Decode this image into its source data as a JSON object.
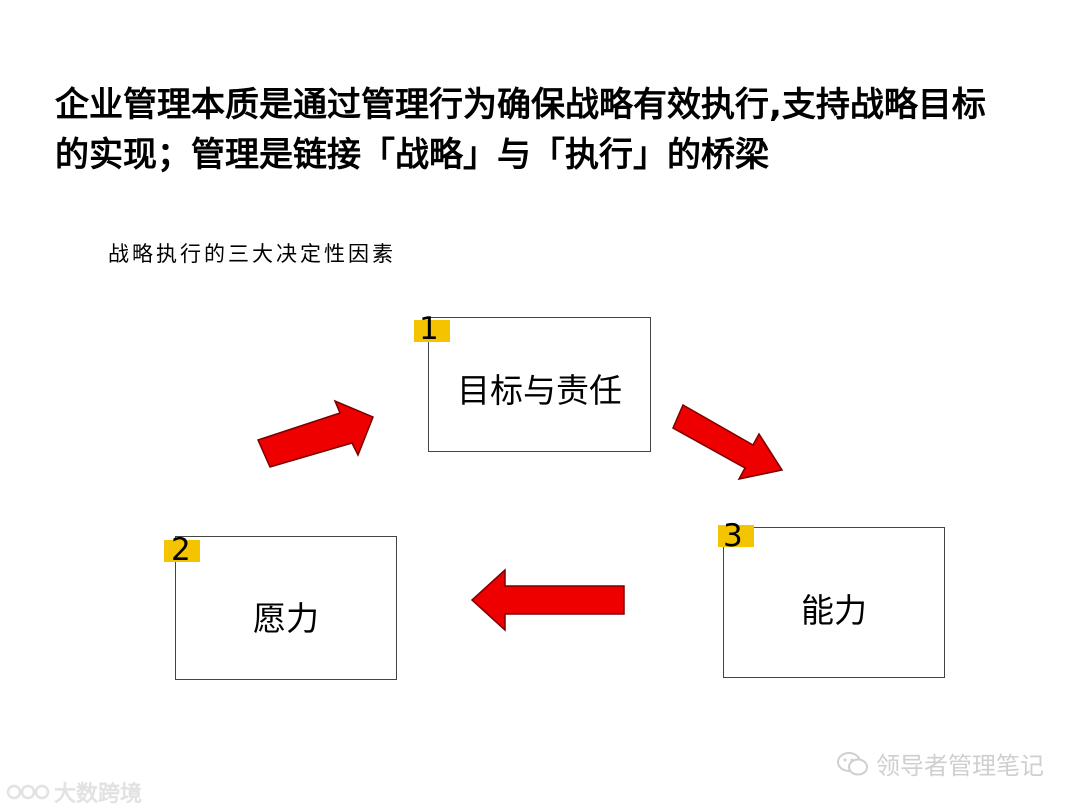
{
  "title": "企业管理本质是通过管理行为确保战略有效执行,支持战略目标的实现；管理是链接「战略」与「执行」的桥梁",
  "subtitle": "战略执行的三大决定性因素",
  "nodes": [
    {
      "number": "1",
      "label": "目标与责任"
    },
    {
      "number": "2",
      "label": "愿力"
    },
    {
      "number": "3",
      "label": "能力"
    }
  ],
  "colors": {
    "arrow": "#ee0000",
    "badge": "#f5c400",
    "box_border": "#444444"
  },
  "watermarks": {
    "right": "领导者管理笔记",
    "left": "大数跨境"
  }
}
